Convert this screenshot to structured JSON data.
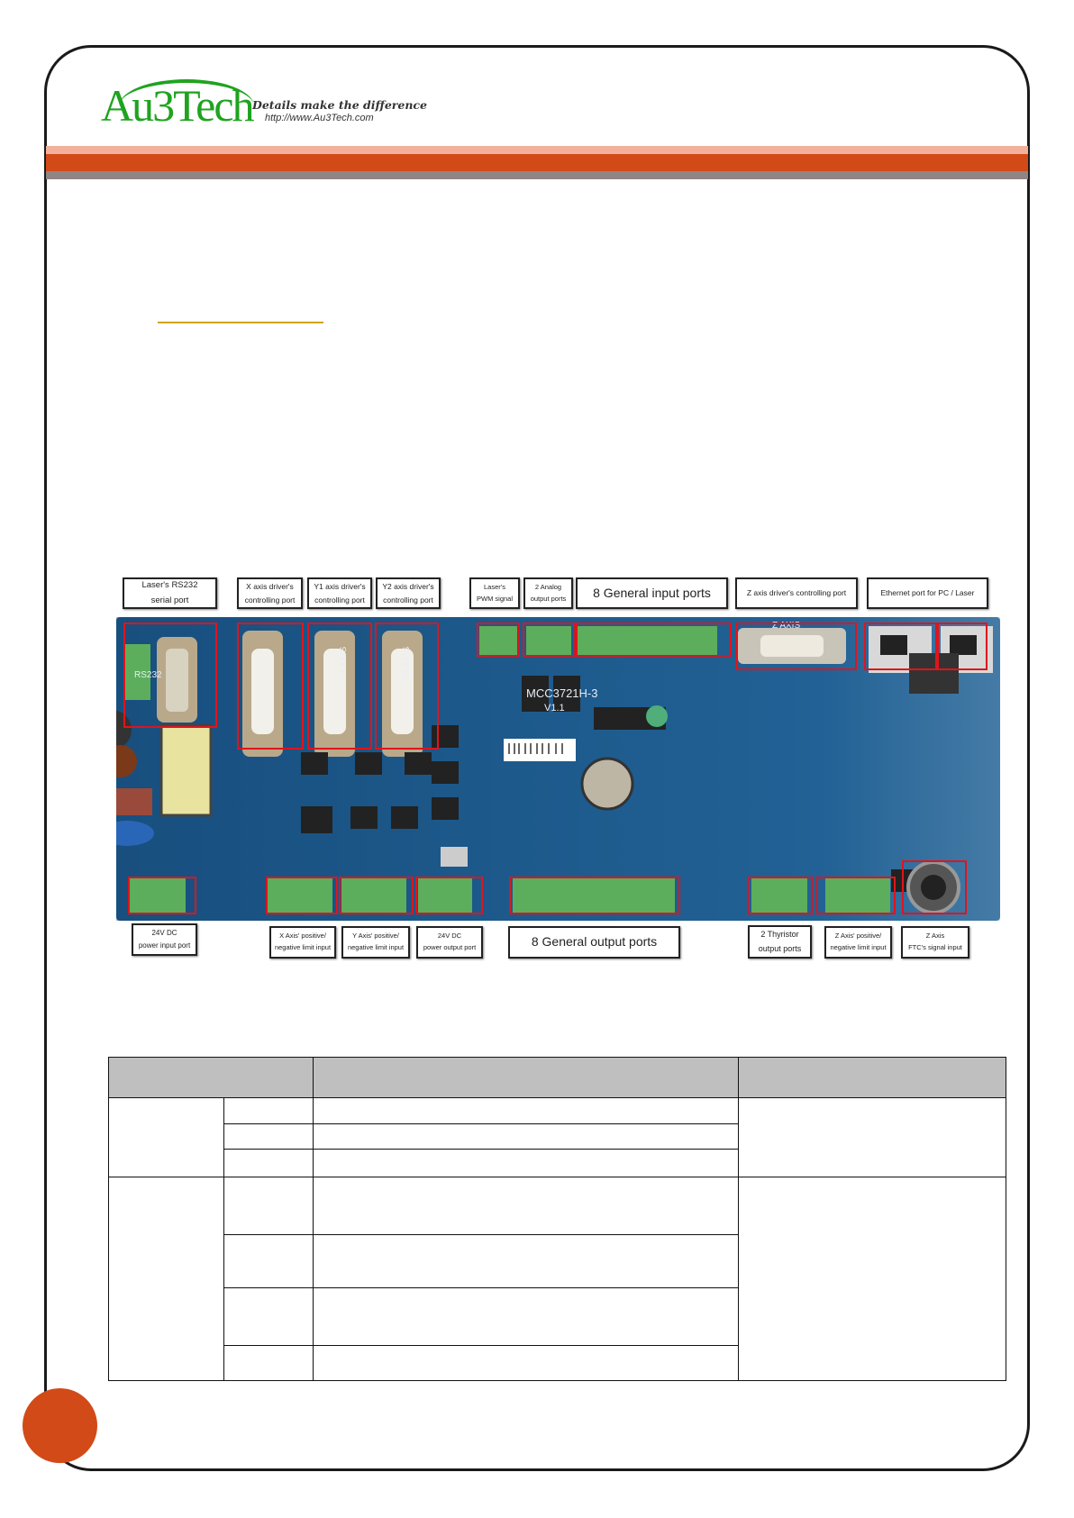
{
  "header": {
    "logo_text": "Au3Tech",
    "tagline": "Details make the difference",
    "url": "http://www.Au3Tech.com"
  },
  "colors": {
    "brand_green": "#1fa31f",
    "accent_orange": "#d24a18",
    "light_orange": "#f3b19b",
    "gray_band": "#918485",
    "highlight_red": "#e0141c",
    "board_blue": "#1d5a8c"
  },
  "board": {
    "silkscreen": {
      "model": "MCC3721H-3",
      "version": "V1.1",
      "rs232": "RS232",
      "y1": "Y1 AXIS",
      "y2": "Y2 AXIS",
      "z": "Z AXIS"
    },
    "top_labels": [
      {
        "l1": "Laser's RS232",
        "l2": "serial port"
      },
      {
        "l1": "X axis driver's",
        "l2": "controlling port"
      },
      {
        "l1": "Y1 axis driver's",
        "l2": "controlling port"
      },
      {
        "l1": "Y2 axis driver's",
        "l2": "controlling port"
      },
      {
        "l1": "Laser's",
        "l2": "PWM signal"
      },
      {
        "l1": "2 Analog",
        "l2": "output ports"
      },
      {
        "l1": "8 General input ports"
      },
      {
        "l1": "Z axis driver's controlling port"
      },
      {
        "l1": "Ethernet port for PC / Laser"
      }
    ],
    "bottom_labels": [
      {
        "l1": "24V DC",
        "l2": "power input port"
      },
      {
        "l1": "X Axis' positive/",
        "l2": "negative limit input"
      },
      {
        "l1": "Y Axis' positive/",
        "l2": "negative limit input"
      },
      {
        "l1": "24V DC",
        "l2": "power output port"
      },
      {
        "l1": "8 General output ports"
      },
      {
        "l1": "2 Thyristor",
        "l2": "output ports"
      },
      {
        "l1": "Z Axis' positive/",
        "l2": "negative limit input"
      },
      {
        "l1": "Z Axis",
        "l2": "FTC's signal input"
      }
    ]
  }
}
